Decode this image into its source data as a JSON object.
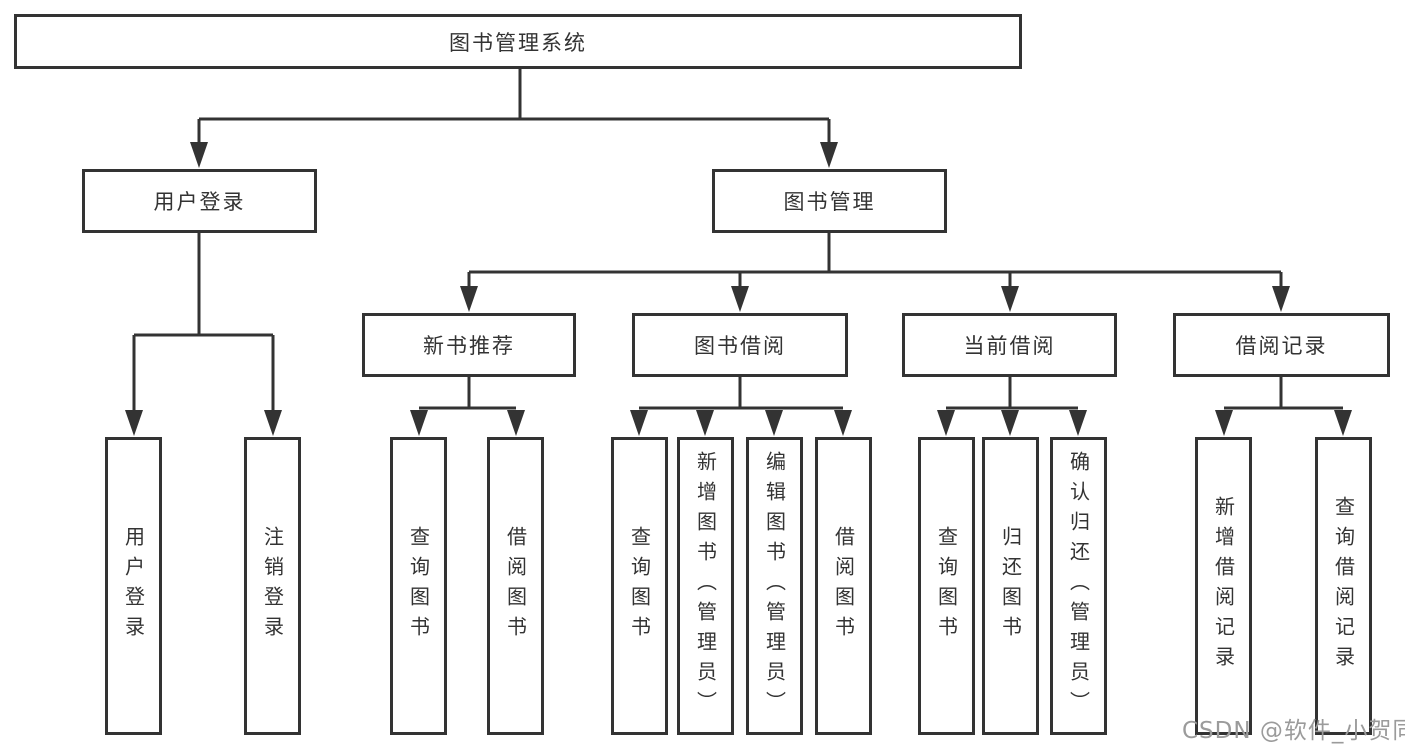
{
  "diagram": {
    "title": "图书管理系统",
    "level2": [
      {
        "label": "用户登录"
      },
      {
        "label": "图书管理"
      }
    ],
    "level3": [
      {
        "label": "新书推荐"
      },
      {
        "label": "图书借阅"
      },
      {
        "label": "当前借阅"
      },
      {
        "label": "借阅记录"
      }
    ],
    "leaves": [
      {
        "label": "用户登录"
      },
      {
        "label": "注销登录"
      },
      {
        "label": "查询图书"
      },
      {
        "label": "借阅图书"
      },
      {
        "label": "查询图书"
      },
      {
        "label": "新增图书（管理员）"
      },
      {
        "label": "编辑图书（管理员）"
      },
      {
        "label": "借阅图书"
      },
      {
        "label": "查询图书"
      },
      {
        "label": "归还图书"
      },
      {
        "label": "确认归还（管理员）"
      },
      {
        "label": "新增借阅记录"
      },
      {
        "label": "查询借阅记录"
      }
    ]
  },
  "watermark": {
    "text": "CSDN @软件_小贺同学"
  },
  "colors": {
    "line": "#333333",
    "text": "#333333",
    "box_background": "#ffffff",
    "watermark": "#9b9b9b",
    "page_background": "#ffffff"
  }
}
